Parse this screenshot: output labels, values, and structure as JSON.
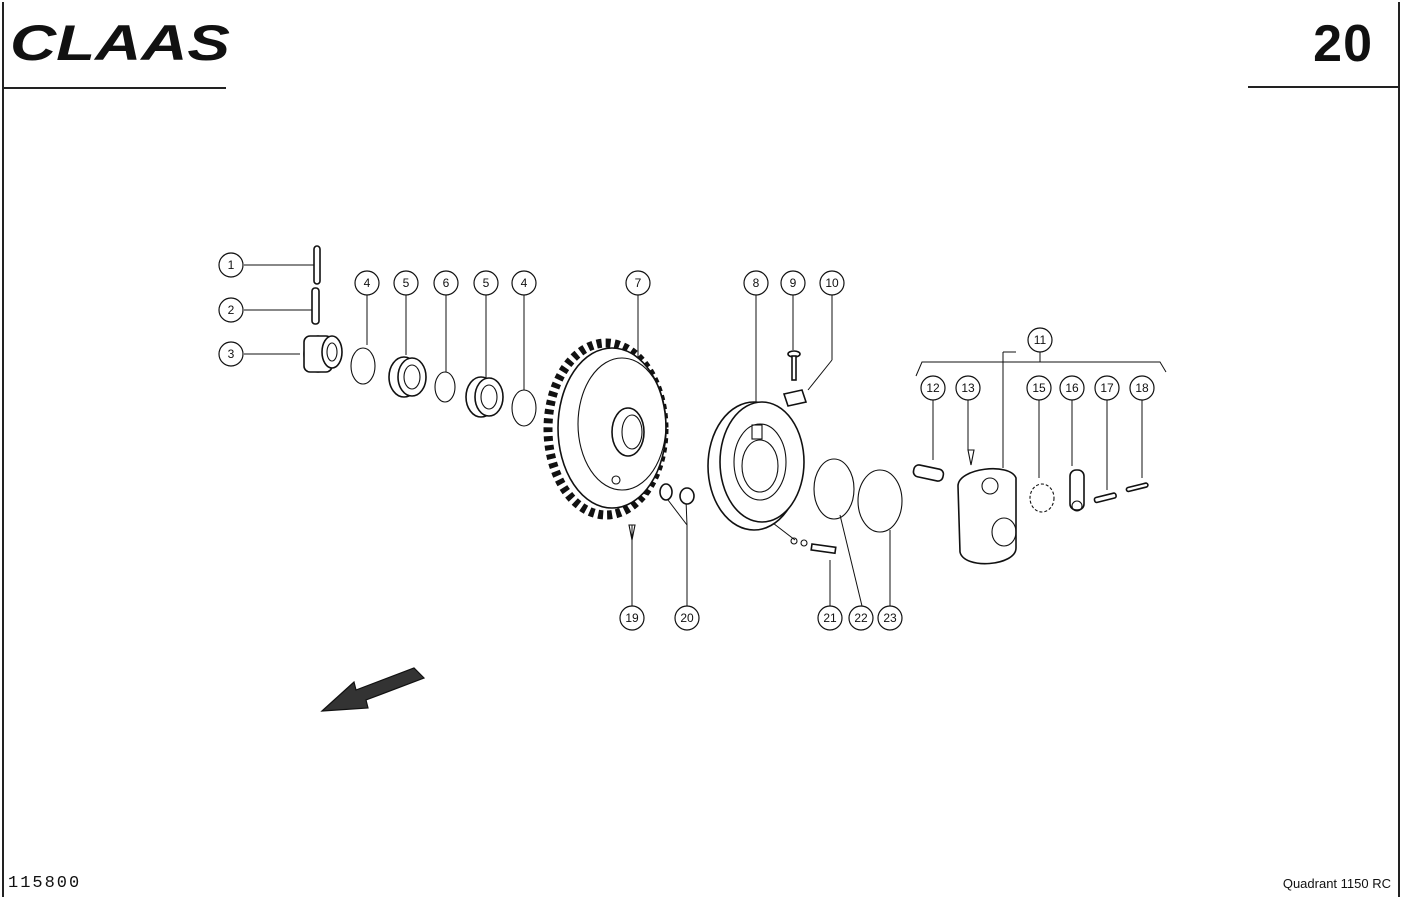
{
  "header": {
    "brand": "CLAAS",
    "page_number": "20"
  },
  "footer": {
    "drawing_number": "115800",
    "model": "Quadrant 1150 RC"
  },
  "callouts": {
    "c1": "1",
    "c2": "2",
    "c3": "3",
    "c4a": "4",
    "c5a": "5",
    "c6": "6",
    "c5b": "5",
    "c4b": "4",
    "c7": "7",
    "c8": "8",
    "c9": "9",
    "c10": "10",
    "c11": "11",
    "c12": "12",
    "c13": "13",
    "c15": "15",
    "c16": "16",
    "c17": "17",
    "c18": "18",
    "c19": "19",
    "c20": "20",
    "c21": "21",
    "c22": "22",
    "c23": "23"
  },
  "icons": {
    "direction_arrow": "travel-direction-arrow-icon"
  }
}
